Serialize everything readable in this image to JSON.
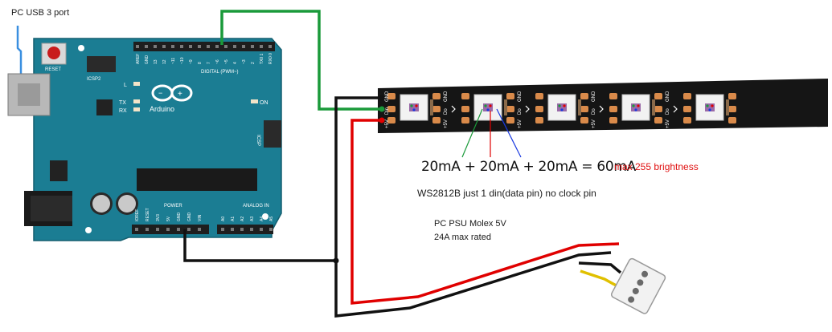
{
  "labels": {
    "usb_port": "PC USB 3 port",
    "power_equation": "20mA + 20mA + 20mA = 60mA",
    "max_brightness": "max 255 brightness",
    "ws2812b_note": "WS2812B just 1 din(data pin) no clock pin",
    "psu_line1": "PC PSU Molex 5V",
    "psu_line2": "24A max rated"
  },
  "arduino": {
    "brand": "Arduino",
    "reset": "RESET",
    "icsp2": "ICSP2",
    "icsp": "ICSP",
    "on": "ON",
    "l_led": "L",
    "tx": "TX",
    "rx": "RX",
    "digital_header": "DIGITAL (PWM~)",
    "power_header": "POWER",
    "analog_header": "ANALOG IN",
    "digital_pins": [
      "AREF",
      "GND",
      "13",
      "12",
      "~11",
      "~10",
      "~9",
      "8",
      "7",
      "~6",
      "~5",
      "4",
      "~3",
      "2",
      "TX0 1",
      "RX0 0"
    ],
    "power_pins": [
      "IOREF",
      "RESET",
      "3V3",
      "5V",
      "GND",
      "GND",
      "VIN"
    ],
    "analog_pins": [
      "A0",
      "A1",
      "A2",
      "A3",
      "A4",
      "A5"
    ]
  },
  "strip": {
    "pad_top": [
      "GND",
      "Din",
      "+5V"
    ],
    "pad_segment": [
      "GND",
      "Do",
      "+5V"
    ],
    "segment_count": 5
  },
  "colors": {
    "board": "#1b7d93",
    "wire_data": "#1a9a3a",
    "wire_power": "#e00000",
    "wire_ground": "#111111",
    "usb_cable": "#3a8fe0",
    "strip_bg": "#151515",
    "label_red": "#e01010"
  }
}
